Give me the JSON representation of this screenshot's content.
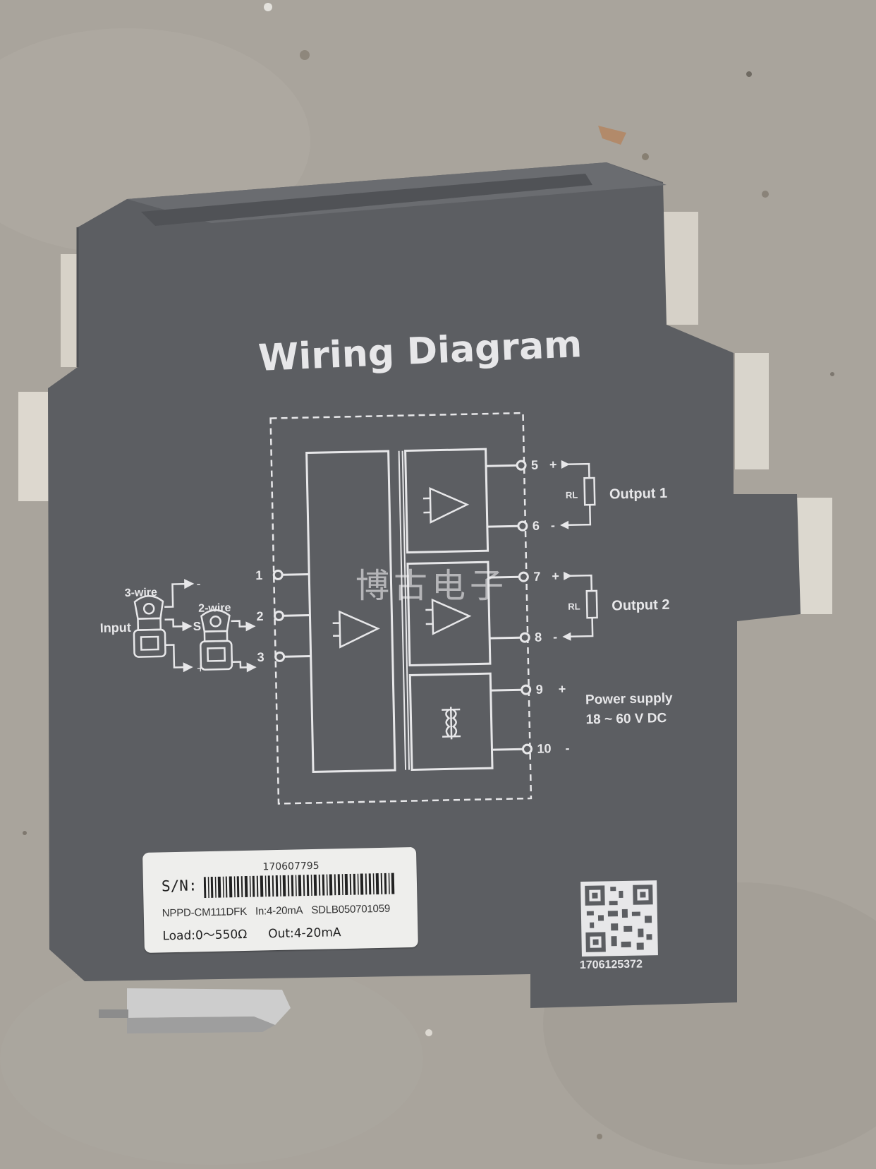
{
  "title": "Wiring Diagram",
  "input": {
    "label": "Input",
    "three_wire": "3-wire",
    "two_wire": "2-wire",
    "s_label": "S",
    "minus_sign": "-",
    "plus_sign": "+"
  },
  "terminals": [
    {
      "num": "1"
    },
    {
      "num": "2"
    },
    {
      "num": "3"
    },
    {
      "num": "5",
      "sign": "+"
    },
    {
      "num": "6",
      "sign": "-"
    },
    {
      "num": "7",
      "sign": "+"
    },
    {
      "num": "8",
      "sign": "-"
    },
    {
      "num": "9",
      "sign": "+"
    },
    {
      "num": "10",
      "sign": "-"
    }
  ],
  "outputs": {
    "output1": "Output 1",
    "output2": "Output 2",
    "resistor": "RL"
  },
  "power": {
    "line1": "Power supply",
    "line2": "18 ~ 60 V DC"
  },
  "label": {
    "sn_number": "170607795",
    "sn_label": "S/N:",
    "model": "NPPD-CM111DFK",
    "input_spec": "In:4-20mA",
    "code": "SDLB050701059",
    "load": "Load:0～550Ω",
    "output_spec": "Out:4-20mA"
  },
  "qr_number": "1706125372",
  "watermark": "博古电子",
  "colors": {
    "module": "#5f6165",
    "print": "#e7e7e9",
    "ground": "#a9a49c",
    "label": "#eeeeec",
    "clip": "#c9c9c9"
  }
}
